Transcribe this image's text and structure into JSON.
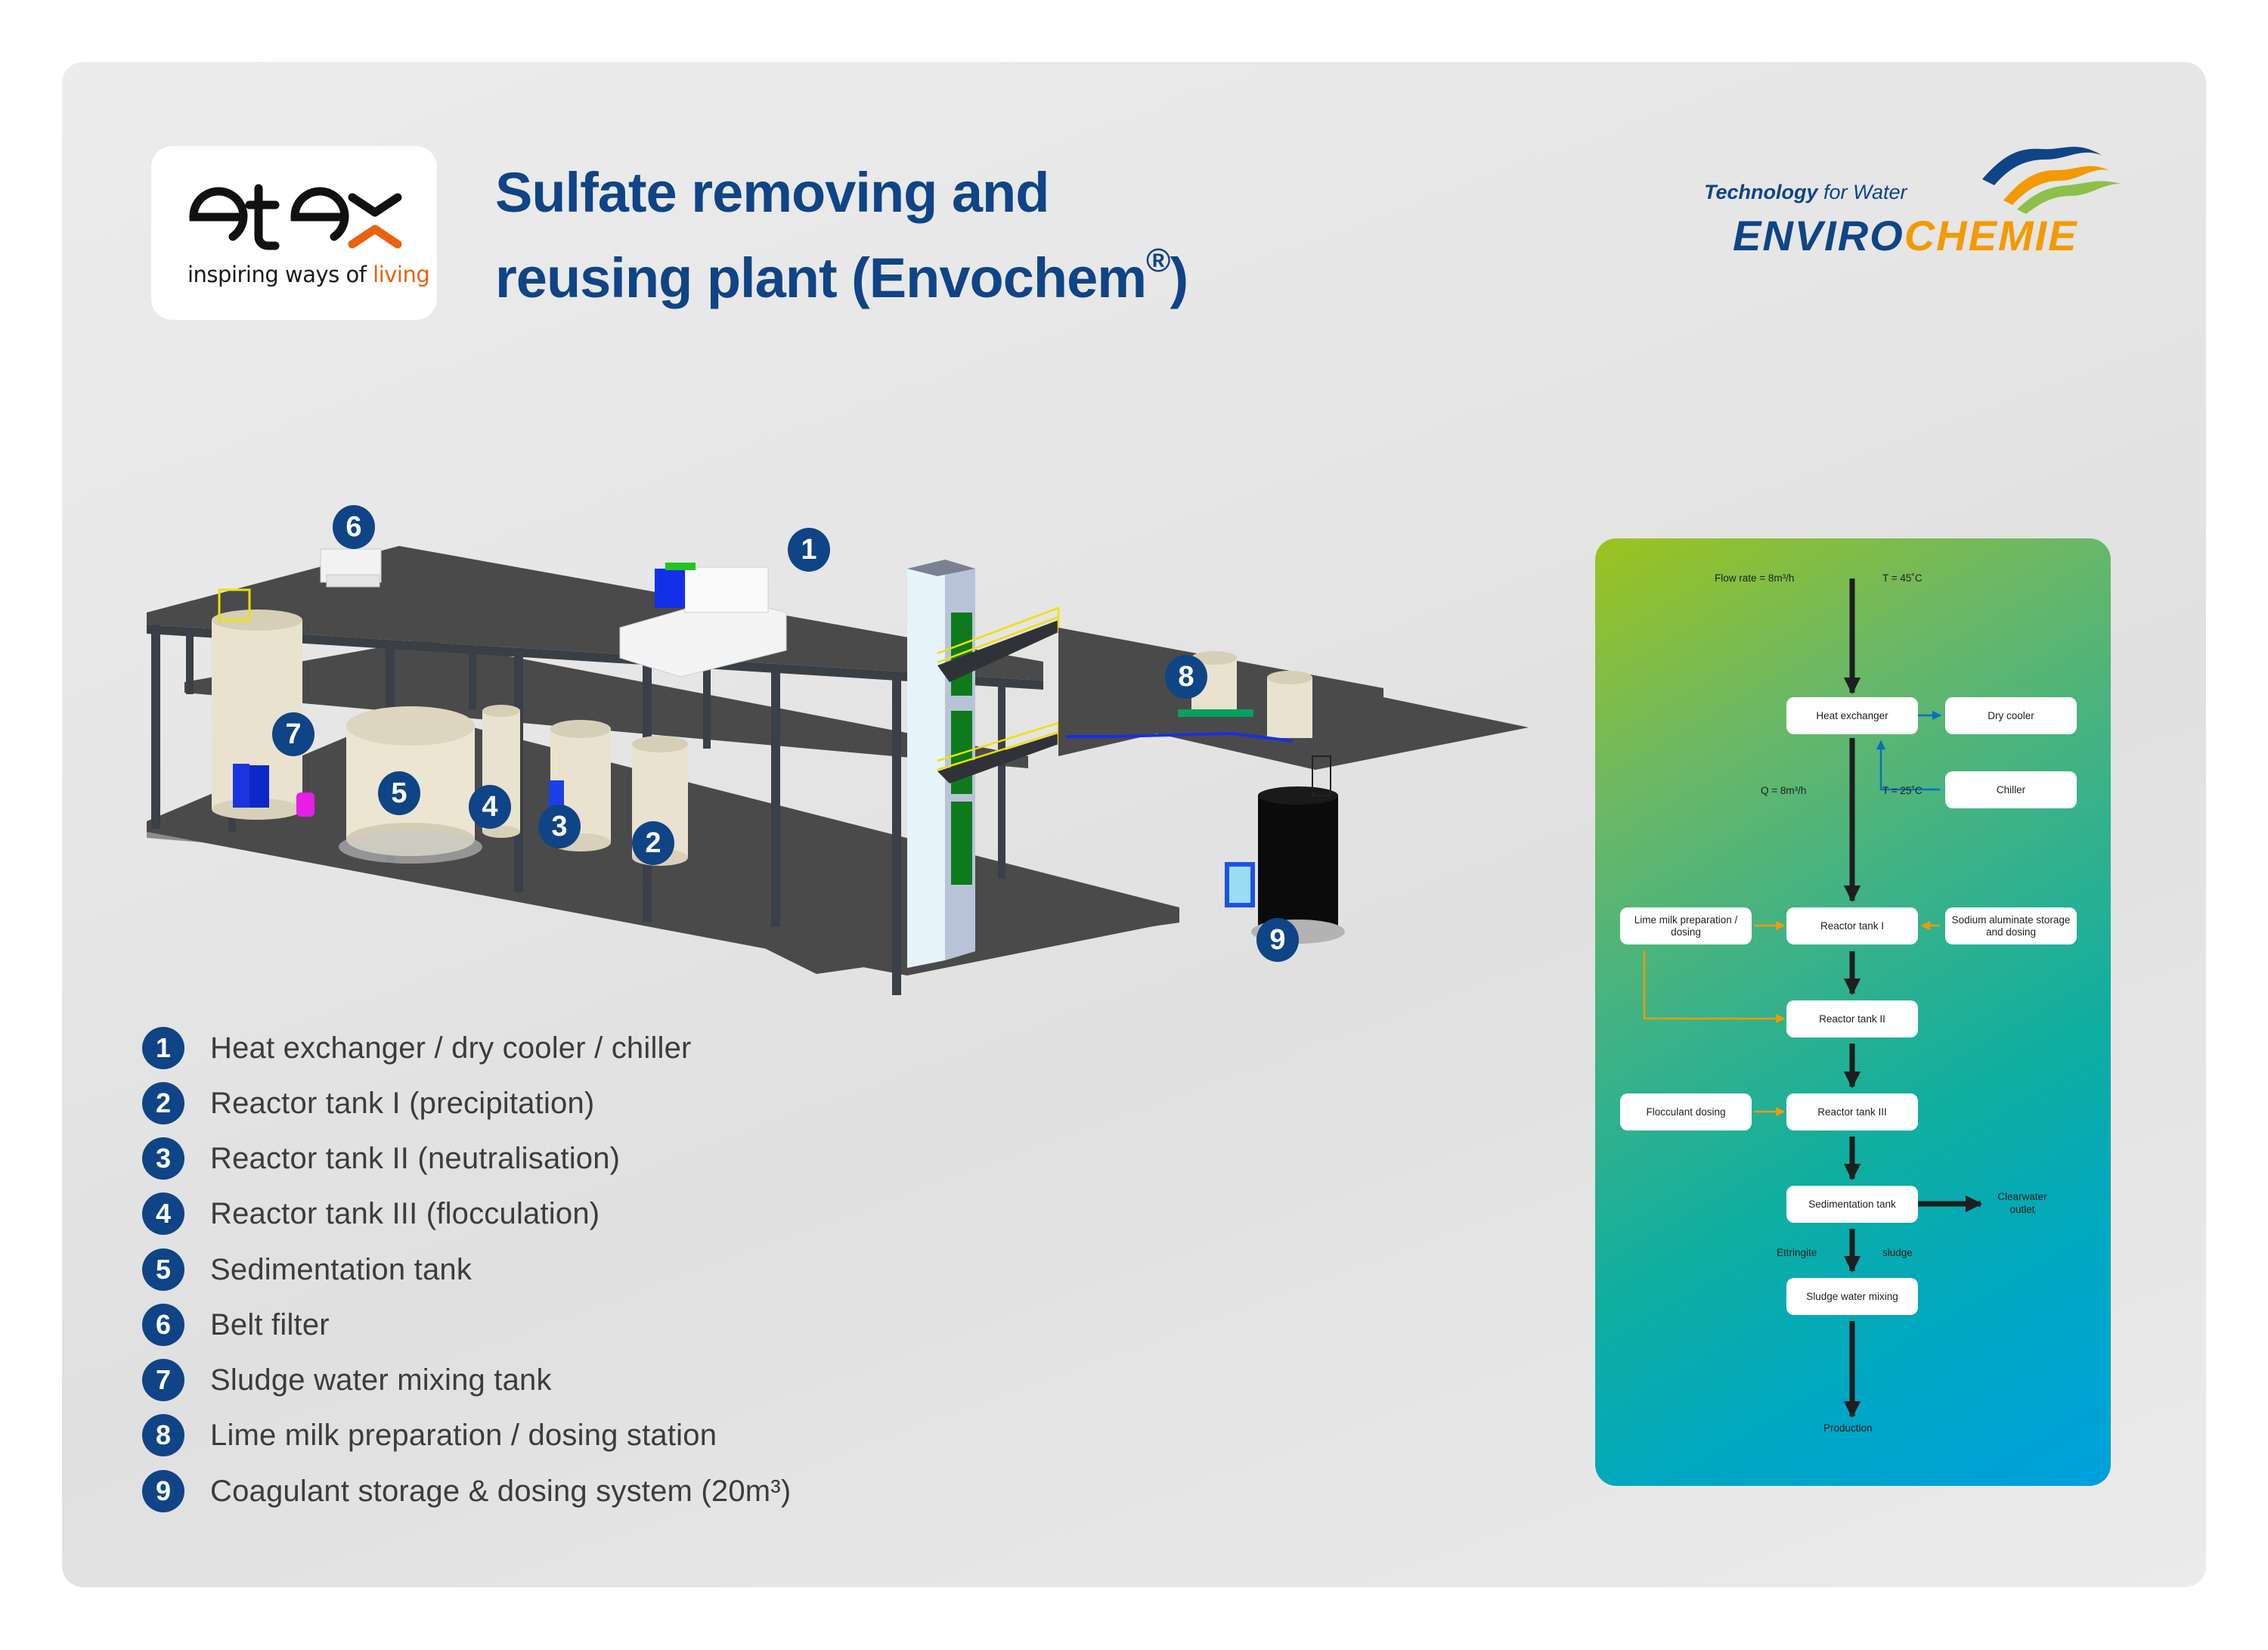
{
  "header": {
    "title_line1": "Sulfate removing and",
    "title_line2": "reusing plant (Envochem",
    "title_registered": "®",
    "title_close": ")"
  },
  "etex_logo": {
    "wordmark": "etex",
    "tagline_prefix": "inspiring ways of ",
    "tagline_accent": "living",
    "accent_color": "#e8620f"
  },
  "envirochemie_logo": {
    "tagline_bold": "Technology",
    "tagline_rest": " for Water",
    "brand_part1": "ENVIRO",
    "brand_part2": "CHEMIE",
    "color_primary": "#0f4486",
    "color_secondary": "#f39a00",
    "color_tertiary": "#8cc04a"
  },
  "plant_markers": [
    "1",
    "2",
    "3",
    "4",
    "5",
    "6",
    "7",
    "8",
    "9"
  ],
  "legend": {
    "items": [
      {
        "number": "1",
        "label": "Heat exchanger / dry cooler / chiller"
      },
      {
        "number": "2",
        "label": "Reactor tank I (precipitation)"
      },
      {
        "number": "3",
        "label": "Reactor tank II (neutralisation)"
      },
      {
        "number": "4",
        "label": "Reactor tank III (flocculation)"
      },
      {
        "number": "5",
        "label": "Sedimentation tank"
      },
      {
        "number": "6",
        "label": "Belt filter"
      },
      {
        "number": "7",
        "label": "Sludge water mixing tank"
      },
      {
        "number": "8",
        "label": "Lime milk preparation / dosing station"
      },
      {
        "number": "9",
        "label": "Coagulant storage & dosing system (20m³)"
      }
    ]
  },
  "flowchart": {
    "inlet_flow": "Flow rate = 8m³/h",
    "inlet_temp": "T = 45˚C",
    "after_hx_flow": "Q = 8m³/h",
    "after_hx_temp": "T = 25˚C",
    "boxes": {
      "heat_exchanger": "Heat exchanger",
      "dry_cooler": "Dry cooler",
      "chiller": "Chiller",
      "lime_milk": "Lime milk preparation / dosing",
      "reactor1": "Reactor tank I",
      "sodium_aluminate": "Sodium aluminate storage and dosing",
      "reactor2": "Reactor tank II",
      "flocculant": "Flocculant dosing",
      "reactor3": "Reactor tank III",
      "sedimentation": "Sedimentation tank",
      "sludge_mixing": "Sludge water mixing"
    },
    "clearwater_outlet": "Clearwater outlet",
    "sludge_left": "Ettringite",
    "sludge_right": "sludge",
    "production": "Production",
    "colors": {
      "main_flow": "#1e1e1e",
      "coolant_flow": "#0a6fc2",
      "dosing_flow": "#f39a00"
    }
  }
}
